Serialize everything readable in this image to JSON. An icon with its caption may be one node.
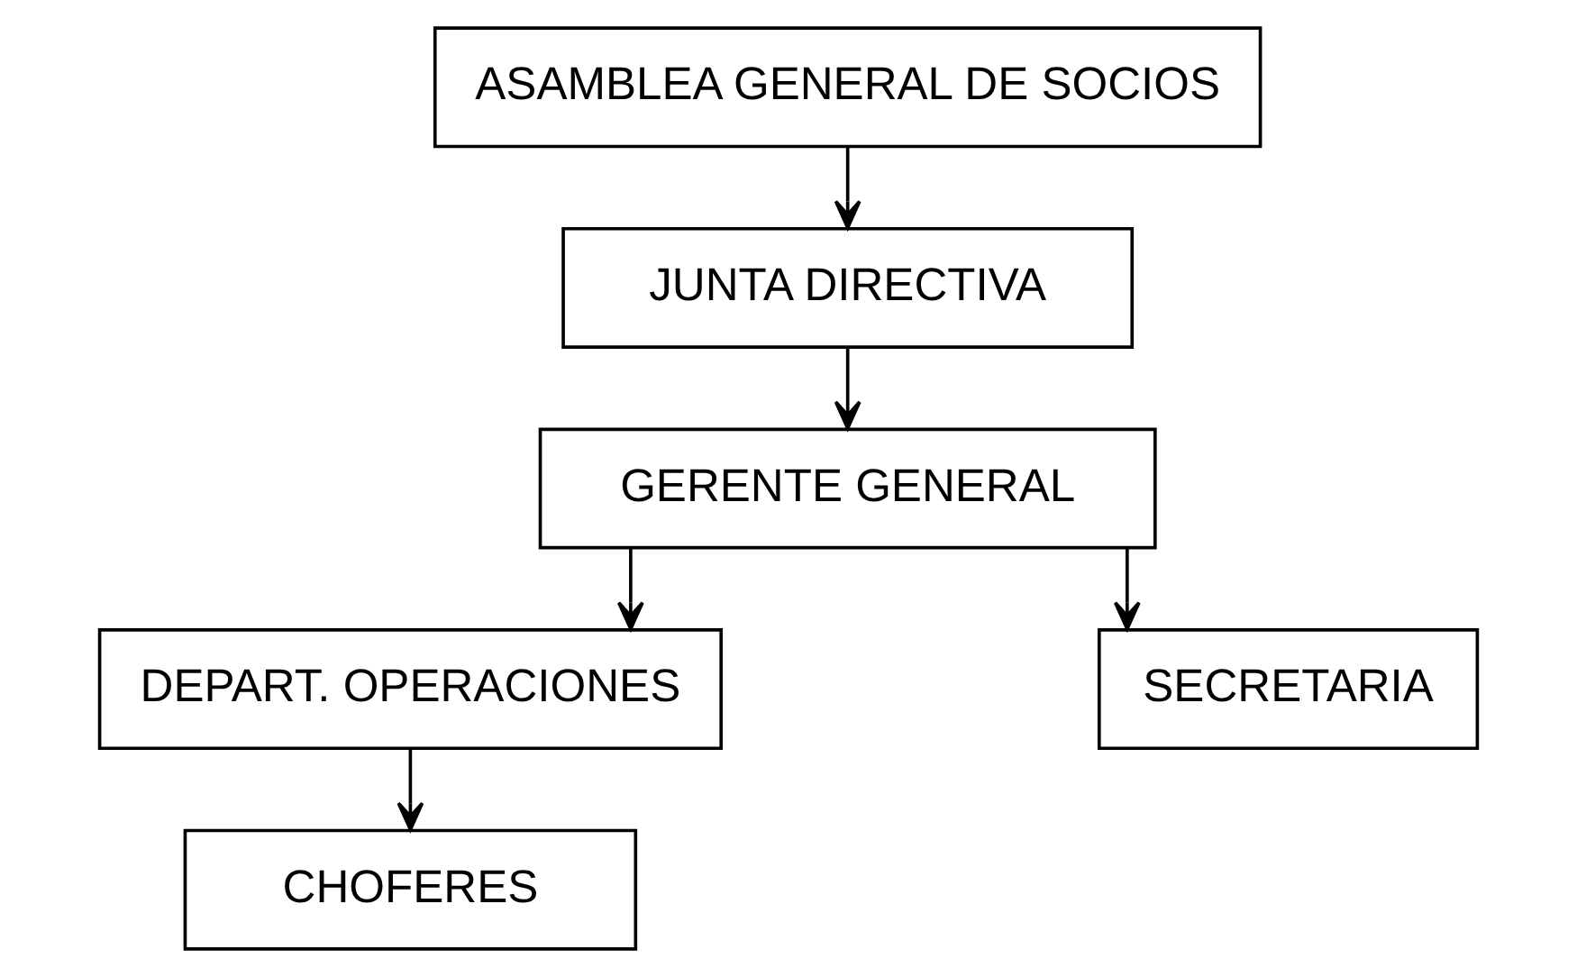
{
  "diagram": {
    "nodes": [
      {
        "text": [
          "ASAMBLEA GENERAL DE SOCIOS"
        ]
      },
      {
        "text": [
          "JUNTA DIRECTIVA"
        ]
      },
      {
        "text": [
          "GERENTE GENERAL"
        ]
      },
      {
        "text": [
          "DEPART. OPERACIONES"
        ]
      },
      {
        "text": [
          "SECRETARIA"
        ]
      },
      {
        "text": [
          "CHOFERES"
        ]
      }
    ],
    "edges": [
      {
        "from": 0,
        "to": 1,
        "arrow": "to"
      },
      {
        "from": 1,
        "to": 2,
        "arrow": "to"
      },
      {
        "from": 2,
        "to": 3,
        "arrow": "to"
      },
      {
        "from": 2,
        "to": 4,
        "arrow": "to"
      },
      {
        "from": 3,
        "to": 5,
        "arrow": "to"
      }
    ]
  }
}
